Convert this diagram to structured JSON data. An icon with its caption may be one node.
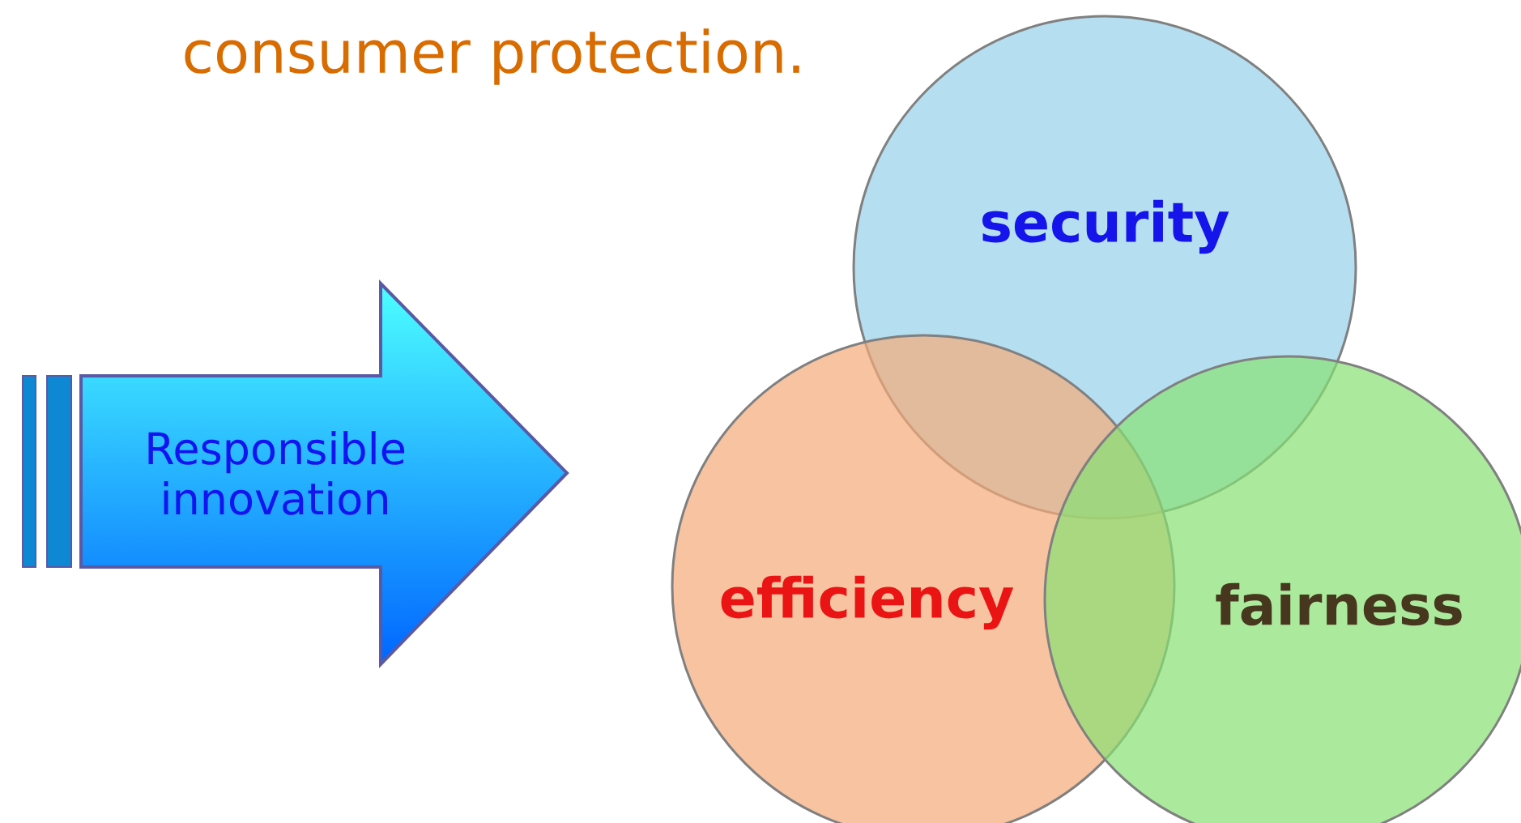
{
  "diagram": {
    "title": "consumer protection.",
    "nodes": [
      {
        "text": [
          "Responsible innovation"
        ]
      },
      {
        "text": [
          "security"
        ]
      },
      {
        "text": [
          "efficiency"
        ]
      },
      {
        "text": [
          "fairness"
        ]
      }
    ]
  }
}
